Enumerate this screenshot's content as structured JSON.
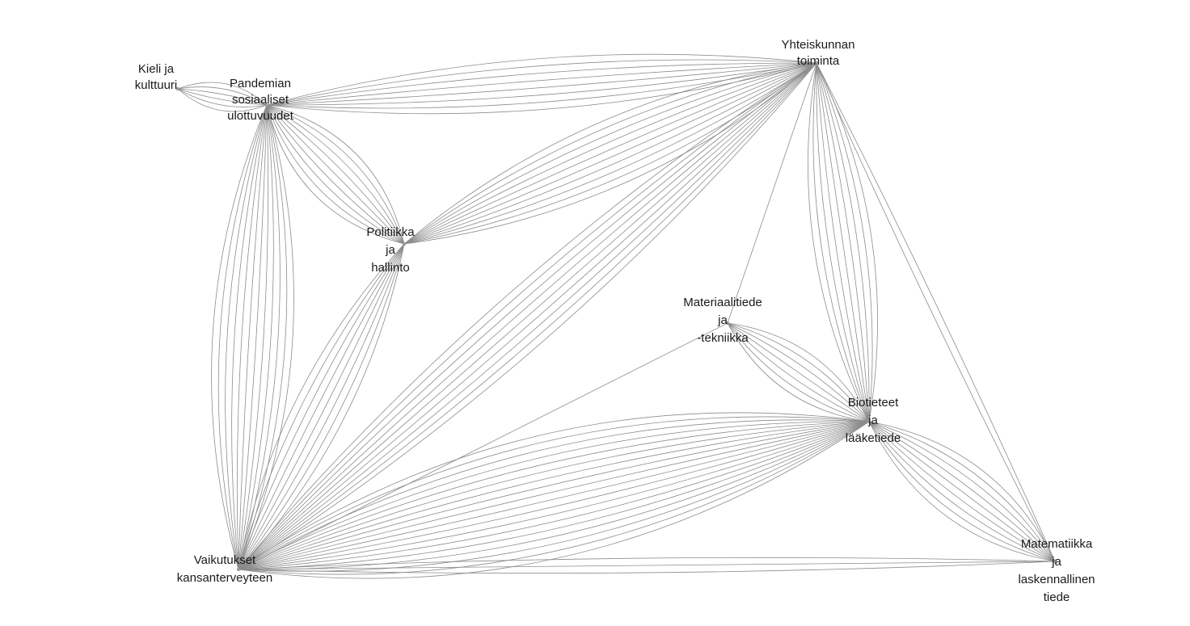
{
  "nodes": [
    {
      "id": "kieli",
      "lines": [
        "Kieli ja",
        "kulttuuri"
      ]
    },
    {
      "id": "pandemian",
      "lines": [
        "Pandemian",
        "sosiaaliset",
        "ulottuvuudet"
      ]
    },
    {
      "id": "yhteiskunnan",
      "lines": [
        "Yhteiskunnan",
        "toiminta"
      ]
    },
    {
      "id": "politiikka",
      "lines": [
        "Politiikka",
        "ja",
        "hallinto"
      ]
    },
    {
      "id": "materiaali",
      "lines": [
        "Materiaalitiede",
        "ja",
        "-tekniikka"
      ]
    },
    {
      "id": "biotieteet",
      "lines": [
        "Biotieteet",
        "ja",
        "lääketiede"
      ]
    },
    {
      "id": "vaikutukset",
      "lines": [
        "Vaikutukset",
        "kansanterveyteen"
      ]
    },
    {
      "id": "matematiikka",
      "lines": [
        "Matematiikka",
        "ja",
        "laskennallinen",
        "tiede"
      ]
    }
  ],
  "edges": [
    {
      "source": "kieli",
      "target": "pandemian",
      "count": 6
    },
    {
      "source": "pandemian",
      "target": "yhteiskunnan",
      "count": 8
    },
    {
      "source": "pandemian",
      "target": "politiikka",
      "count": 9
    },
    {
      "source": "pandemian",
      "target": "vaikutukset",
      "count": 12
    },
    {
      "source": "politiikka",
      "target": "yhteiskunnan",
      "count": 10
    },
    {
      "source": "politiikka",
      "target": "vaikutukset",
      "count": 8
    },
    {
      "source": "vaikutukset",
      "target": "yhteiskunnan",
      "count": 9
    },
    {
      "source": "materiaali",
      "target": "yhteiskunnan",
      "count": 1
    },
    {
      "source": "materiaali",
      "target": "vaikutukset",
      "count": 1
    },
    {
      "source": "materiaali",
      "target": "biotieteet",
      "count": 7
    },
    {
      "source": "yhteiskunnan",
      "target": "biotieteet",
      "count": 9
    },
    {
      "source": "yhteiskunnan",
      "target": "matematiikka",
      "count": 2
    },
    {
      "source": "vaikutukset",
      "target": "biotieteet",
      "count": 18
    },
    {
      "source": "biotieteet",
      "target": "matematiikka",
      "count": 9
    },
    {
      "source": "vaikutukset",
      "target": "matematiikka",
      "count": 3
    }
  ]
}
